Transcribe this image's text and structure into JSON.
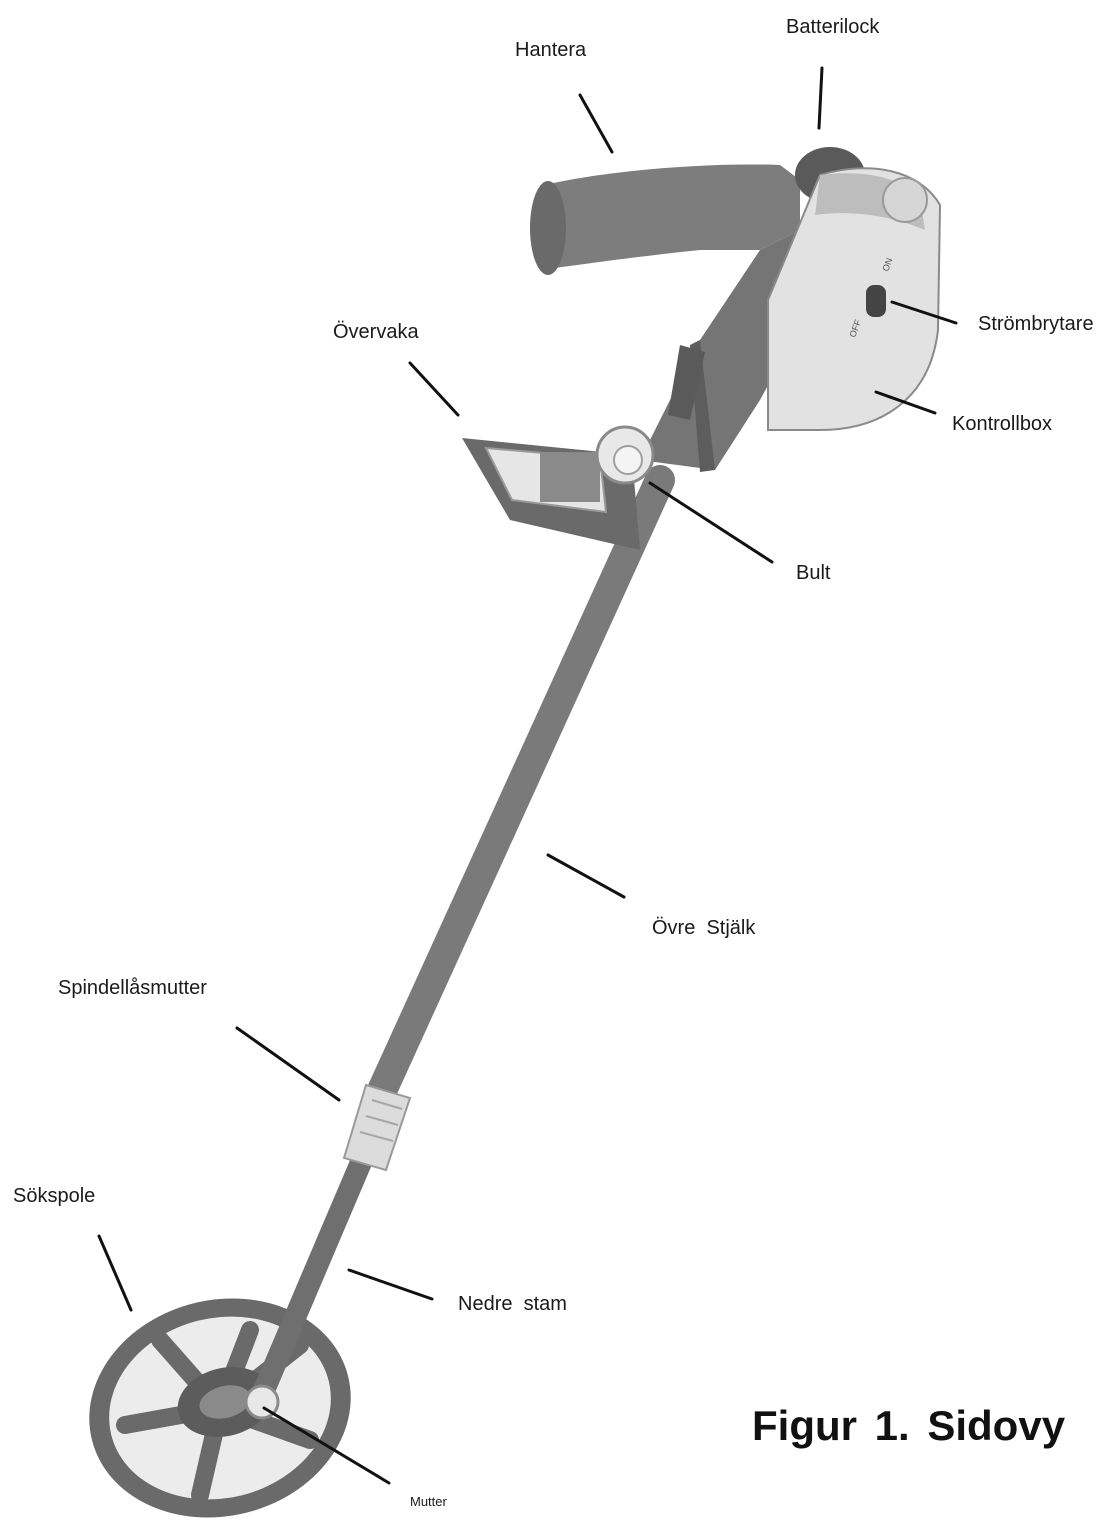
{
  "figure": {
    "caption": "Figur 1. Sidovy",
    "switch_on": "ON",
    "switch_off": "OFF"
  },
  "labels": {
    "batterilock": "Batterilock",
    "hantera": "Hantera",
    "strombrytare": "Strömbrytare",
    "overvaka": "Övervaka",
    "kontrollbox": "Kontrollbox",
    "bult": "Bult",
    "ovre_stjalk": "Övre  Stjälk",
    "spindellasmutter": "Spindellåsmutter",
    "sokspole": "Sökspole",
    "nedre_stam": "Nedre  stam",
    "mutter": "Mutter"
  },
  "colors": {
    "background": "#ffffff",
    "body_gray": "#7d7d7d",
    "dark_gray": "#4a4a4a",
    "light_gray": "#e4e4e4",
    "leader_line": "#111111"
  }
}
